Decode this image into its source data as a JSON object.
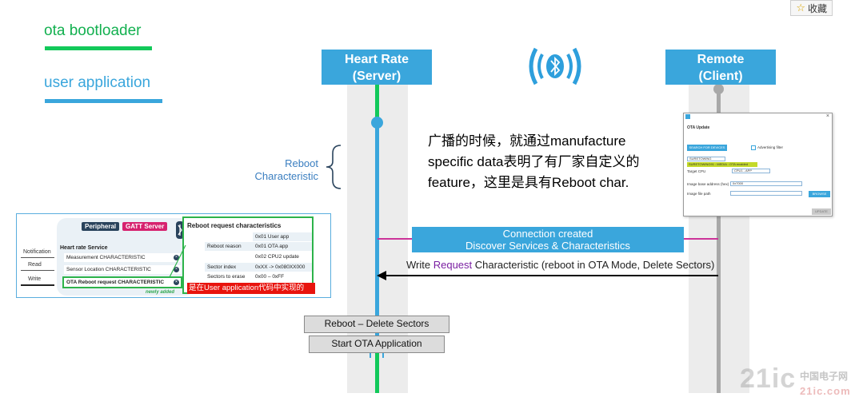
{
  "toolbar": {
    "favorite_label": "收藏"
  },
  "legend": {
    "ota_bootloader": {
      "label": "ota bootloader",
      "color": "#12c95a"
    },
    "user_application": {
      "label": "user application",
      "color": "#3aa6dc"
    }
  },
  "lanes": {
    "server": {
      "line1": "Heart Rate",
      "line2": "(Server)"
    },
    "client": {
      "line1": "Remote",
      "line2": "(Client)"
    }
  },
  "bluetooth_icon": "bluetooth-icon",
  "reboot_label": {
    "line1": "Reboot",
    "line2": "Characteristic"
  },
  "annotation": {
    "line1": "广播的时候，就通过manufacture",
    "line2": "specific data表明了有厂家自定义的",
    "line3": "feature，这里是具有Reboot char."
  },
  "connection": {
    "line1": "Connection created",
    "line2": "Discover Services & Characteristics"
  },
  "write_msg": {
    "prefix": "Write ",
    "highlight": "Request",
    "suffix": " Characteristic (reboot in OTA Mode, Delete Sectors)"
  },
  "steps": {
    "delete": "Reboot – Delete Sectors",
    "start": "Start OTA Application"
  },
  "gatt_panel": {
    "peripheral": "Peripheral",
    "gatt_server": "GATT Server",
    "notification": "Notification",
    "read": "Read",
    "write": "Write",
    "service_title": "Heart rate Service",
    "chars": [
      "Measurement CHARACTERISTIC",
      "Sensor Location CHARACTERISTIC",
      "OTA Reboot request CHARACTERISTIC"
    ],
    "newly_added": "newly added",
    "request_title": "Reboot request characteristics",
    "rows": [
      {
        "name": "",
        "value": "0x01 User app"
      },
      {
        "name": "Reboot reason",
        "value": "0x01 OTA app"
      },
      {
        "name": "",
        "value": "0x02 CPU2 update"
      },
      {
        "name": "Sector index",
        "value": "0xXX -> 0x080XX000"
      },
      {
        "name": "Sectors to erase",
        "value": "0x00 – 0xFF"
      }
    ],
    "red_note": "是在User application代码中实现的"
  },
  "ota_window": {
    "title": "OTA Update",
    "close": "×",
    "search_button": "SEARCH FOR DEVICES",
    "adv_filter": "Advertising filter",
    "select": "SURETOWING",
    "selected_device": "SURETOWING91 : MEDIA : OTA enabled",
    "target_label": "Target CPU",
    "target_value": "CPU1 - APP",
    "image_address_label": "Image base address (hex)",
    "image_address_value": "0x7000",
    "image_path_label": "Image file path",
    "browse": "BROWSE",
    "update": "UPDATE"
  },
  "watermark": {
    "main": "21ic",
    "sub": "中国电子网",
    "domain": "21ic.com"
  }
}
